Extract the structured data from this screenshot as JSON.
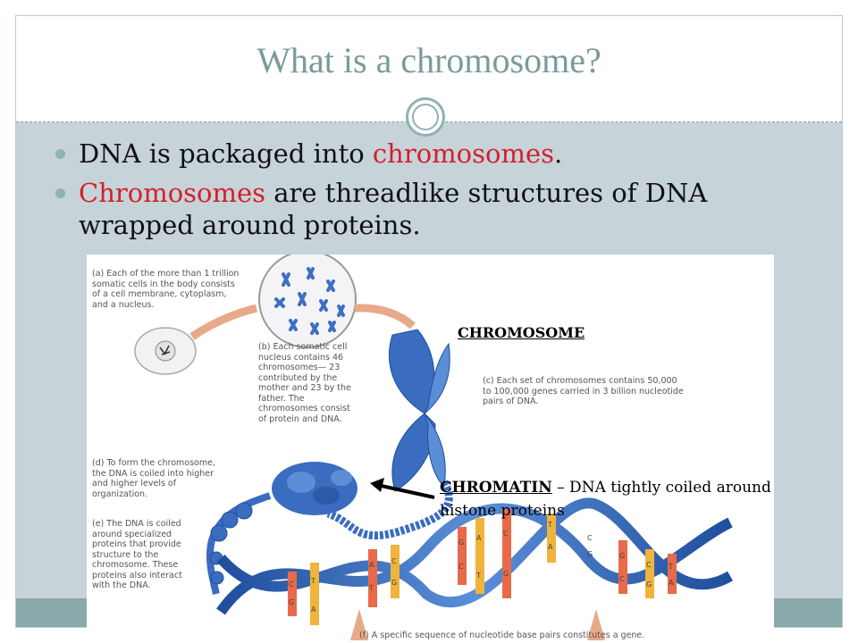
{
  "slide": {
    "title": "What is a chromosome?",
    "bullet1": {
      "text": "DNA is packaged into ",
      "highlight": "chromosomes",
      "end": "."
    },
    "bullet2": {
      "highlight": "Chromosomes",
      "text": " are threadlike structures of DNA wrapped around proteins."
    }
  },
  "figure": {
    "caption_a": "(a) Each of the more than 1 trillion somatic cells in the body consists of a cell membrane, cytoplasm, and a nucleus.",
    "caption_b": "(b) Each somatic cell nucleus contains 46 chromosomes— 23 contributed by the mother and 23 by the father. The chromosomes consist of protein and DNA.",
    "caption_c": "(c) Each set of chromosomes contains 50,000 to 100,000 genes carried in 3 billion nucleotide pairs of DNA.",
    "caption_d": "(d) To form the chromosome, the DNA is coiled into higher and higher levels of organization.",
    "caption_e": "(e) The DNA is coiled around specialized proteins that provide structure to the chromosome. These proteins also interact with the DNA.",
    "caption_f": "(f) A specific sequence of nucleotide base pairs constitutes a gene.",
    "base_letters": [
      "C",
      "G",
      "T",
      "A",
      "A",
      "T",
      "C",
      "G",
      "G",
      "C",
      "A",
      "T",
      "C",
      "G",
      "T",
      "A",
      "G",
      "C",
      "C",
      "G",
      "T",
      "A",
      "C",
      "G"
    ]
  },
  "labels": {
    "chromosome": "CHROMOSOME",
    "chromatin_term": "CHROMATIN",
    "chromatin_desc": " – DNA tightly coiled around histone proteins"
  },
  "colors": {
    "title": "#7a9b9c",
    "highlight": "#d3202c",
    "accent": "#8fb2b2",
    "dna_blue": "#2f62b8"
  }
}
